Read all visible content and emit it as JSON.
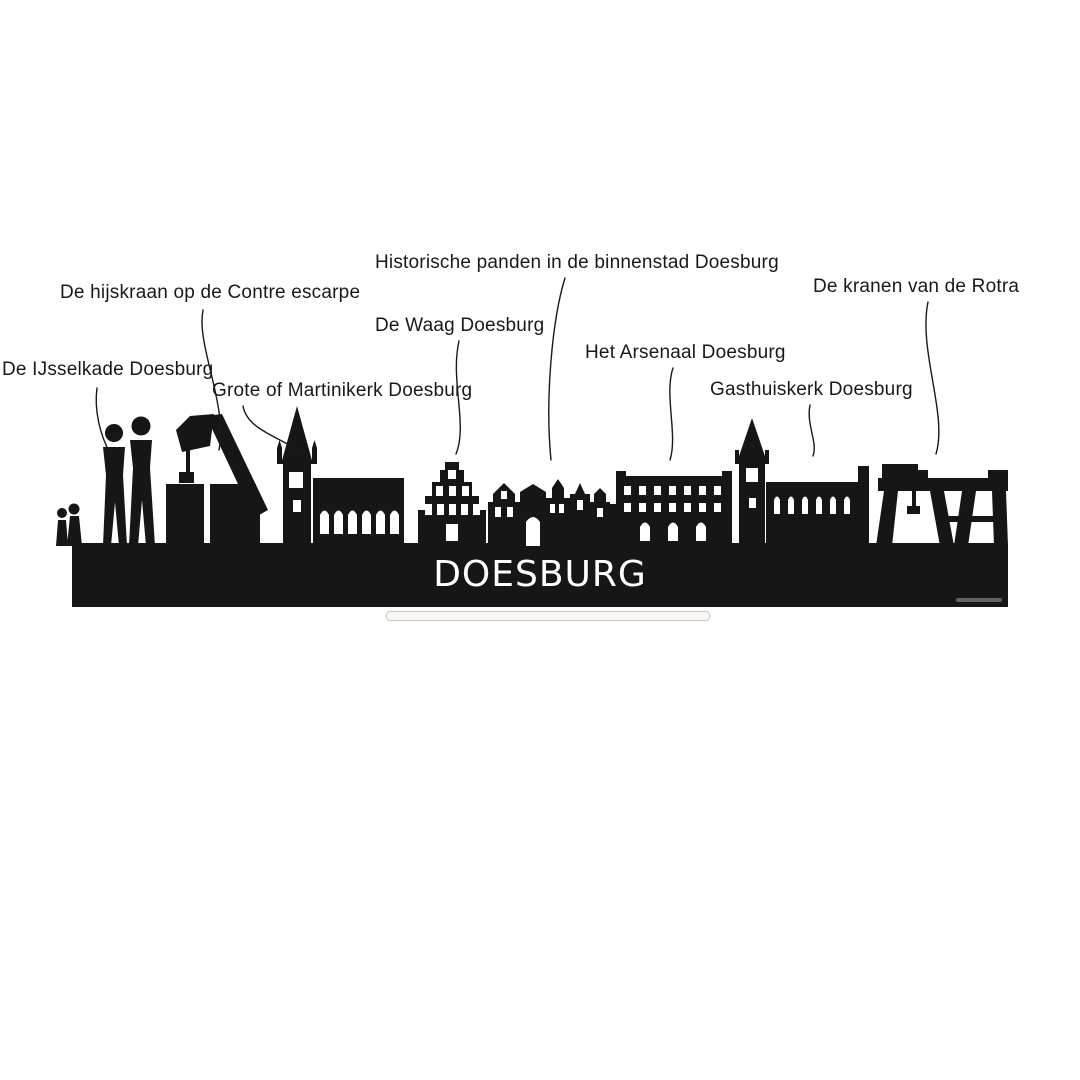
{
  "skyline": {
    "city": "Doesburg",
    "name_cutout": "DOESBURG"
  },
  "annotations": [
    {
      "id": "historische-panden",
      "text": "Historische panden in de binnenstad Doesburg"
    },
    {
      "id": "hijskraan-contre-escarpe",
      "text": "De hijskraan op de Contre escarpe"
    },
    {
      "id": "kranen-rotra",
      "text": "De kranen van de Rotra"
    },
    {
      "id": "waag",
      "text": "De Waag Doesburg"
    },
    {
      "id": "arsenaal",
      "text": "Het Arsenaal Doesburg"
    },
    {
      "id": "ijsselkade",
      "text": "De IJsselkade Doesburg"
    },
    {
      "id": "martinikerk",
      "text": "Grote of Martinikerk Doesburg"
    },
    {
      "id": "gasthuiskerk",
      "text": "Gasthuiskerk Doesburg"
    }
  ],
  "colors": {
    "background": "#ffffff",
    "silhouette": "#161616",
    "label_text": "#191919",
    "leader_line": "#1a1a1a",
    "base_stand": "#faf8f4",
    "base_stand_border": "#ccc5b9",
    "cutout_text": "#ffffff"
  }
}
